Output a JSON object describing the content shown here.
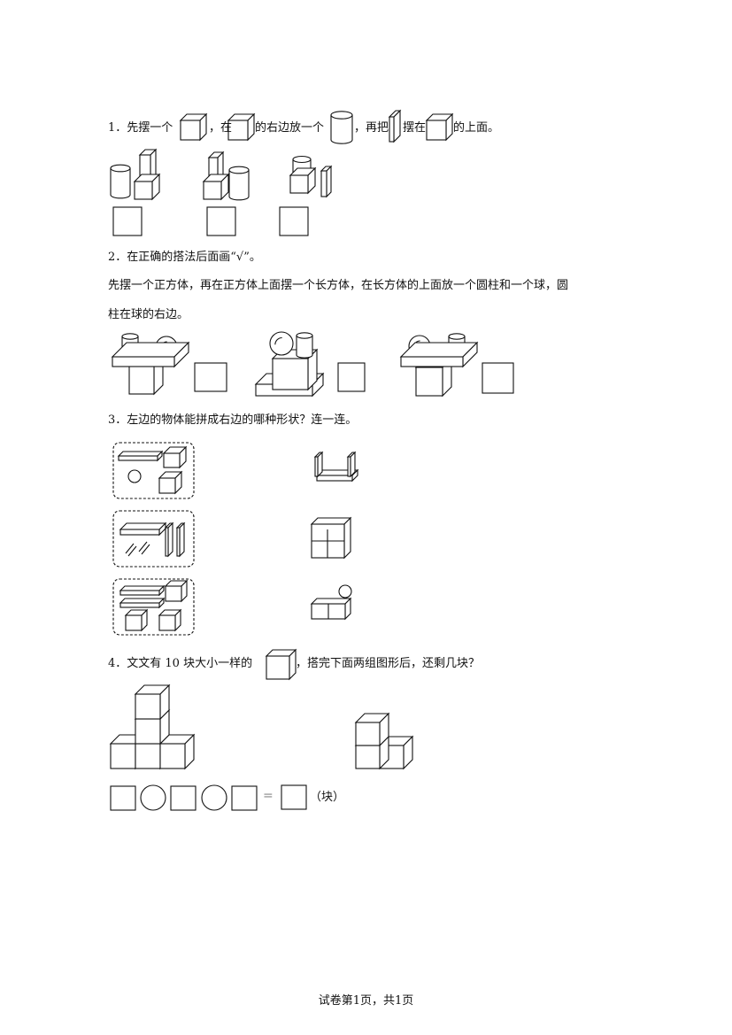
{
  "q1": {
    "t1": "1．先摆一个",
    "t2": "，在",
    "t3": "的右边放一个",
    "t4": "，再把",
    "t5": "摆在",
    "t6": "的上面。"
  },
  "q2": {
    "title": "2．在正确的搭法后面画“√”。",
    "line1": "先摆一个正方体，再在正方体上面摆一个长方体，在长方体的上面放一个圆柱和一个球，圆",
    "line2": "柱在球的右边。"
  },
  "q3": {
    "title": "3．左边的物体能拼成右边的哪种形状？连一连。"
  },
  "q4": {
    "t1": "4．文文有 10 块大小一样的",
    "t2": "，搭完下面两组图形后，还剩几块？",
    "equals": "=",
    "unit": "（块）"
  },
  "footer": "试卷第1页，共1页"
}
